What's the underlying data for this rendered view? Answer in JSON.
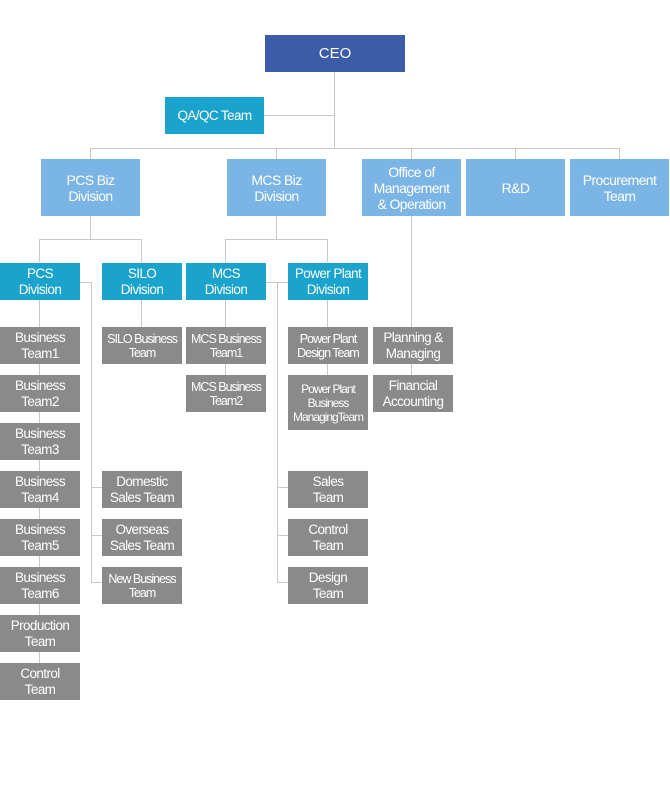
{
  "ceo": "CEO",
  "qa_qc": "QA/QC Team",
  "level1": {
    "pcs_biz": "PCS Biz\nDivision",
    "mcs_biz": "MCS Biz\nDivision",
    "office": "Office of\nManagement\n& Operation",
    "rnd": "R&D",
    "procurement": "Procurement\nTeam"
  },
  "level2": {
    "pcs_div": "PCS\nDivision",
    "silo_div": "SILO\nDivision",
    "mcs_div": "MCS\nDivision",
    "power_div": "Power Plant\nDivision"
  },
  "pcs_teams": [
    "Business\nTeam1",
    "Business\nTeam2",
    "Business\nTeam3",
    "Business\nTeam4",
    "Business\nTeam5",
    "Business\nTeam6",
    "Production\nTeam",
    "Control\nTeam"
  ],
  "silo_teams": {
    "business": "SILO Business\nTeam",
    "domestic": "Domestic\nSales Team",
    "overseas": "Overseas\nSales Team",
    "new_business": "New Business\nTeam"
  },
  "mcs_teams": [
    "MCS Business\nTeam1",
    "MCS Business\nTeam2"
  ],
  "power_teams": {
    "design": "Power Plant\nDesign Team",
    "managing": "Power Plant\nBusiness\nManagingTeam",
    "sales": "Sales\nTeam",
    "control": "Control\nTeam",
    "design_team": "Design\nTeam"
  },
  "office_teams": [
    "Planning &\nManaging",
    "Financial\nAccounting"
  ]
}
